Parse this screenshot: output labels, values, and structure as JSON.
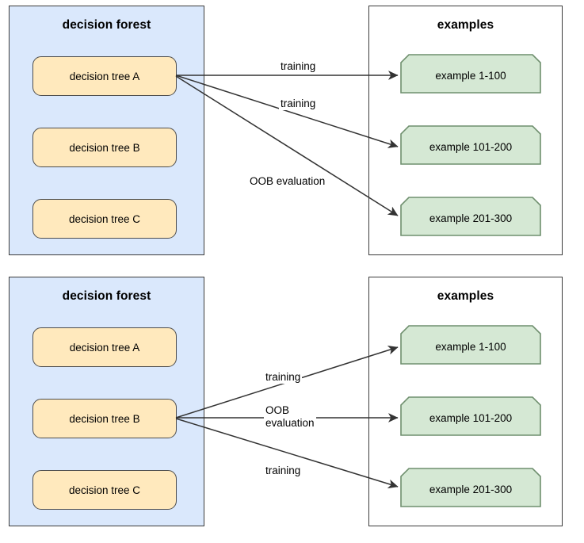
{
  "diagrams": [
    {
      "id": "top",
      "forest": {
        "title": "decision forest",
        "trees": [
          {
            "label": "decision tree A"
          },
          {
            "label": "decision tree B"
          },
          {
            "label": "decision tree C"
          }
        ]
      },
      "examples": {
        "title": "examples",
        "items": [
          {
            "label": "example 1-100"
          },
          {
            "label": "example 101-200"
          },
          {
            "label": "example 201-300"
          }
        ]
      },
      "edges": [
        {
          "from": "decision tree A",
          "to": "example 1-100",
          "label": "training"
        },
        {
          "from": "decision tree A",
          "to": "example 101-200",
          "label": "training"
        },
        {
          "from": "decision tree A",
          "to": "example 201-300",
          "label": "OOB evaluation"
        }
      ],
      "edge_labels": [
        {
          "text": "training",
          "line2": ""
        },
        {
          "text": "training",
          "line2": ""
        },
        {
          "text": "OOB evaluation",
          "line2": ""
        }
      ]
    },
    {
      "id": "bottom",
      "forest": {
        "title": "decision forest",
        "trees": [
          {
            "label": "decision tree A"
          },
          {
            "label": "decision tree B"
          },
          {
            "label": "decision tree C"
          }
        ]
      },
      "examples": {
        "title": "examples",
        "items": [
          {
            "label": "example 1-100"
          },
          {
            "label": "example 101-200"
          },
          {
            "label": "example 201-300"
          }
        ]
      },
      "edges": [
        {
          "from": "decision tree B",
          "to": "example 1-100",
          "label": "training"
        },
        {
          "from": "decision tree B",
          "to": "example 101-200",
          "label": "OOB evaluation"
        },
        {
          "from": "decision tree B",
          "to": "example 201-300",
          "label": "training"
        }
      ],
      "edge_labels": [
        {
          "text": "training",
          "line2": ""
        },
        {
          "text": "OOB",
          "line2": "evaluation"
        },
        {
          "text": "training",
          "line2": ""
        }
      ]
    }
  ],
  "colors": {
    "forest_panel_fill": "#dae8fc",
    "examples_panel_fill": "#ffffff",
    "tree_box_fill": "#ffe9bd",
    "example_box_fill": "#d5e8d4",
    "stroke": "#3b3b3b",
    "tree_box_stroke": "#4d4d4d",
    "example_box_stroke": "#6f8f6e",
    "arrow_stroke": "#333333",
    "text": "#000000"
  }
}
